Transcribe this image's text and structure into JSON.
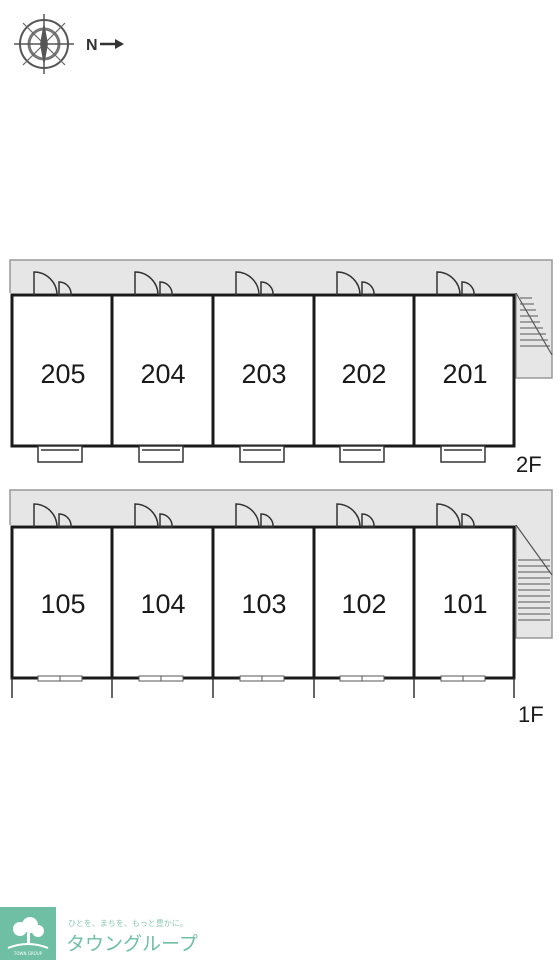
{
  "compass": {
    "north_label": "N"
  },
  "floors": [
    {
      "label": "2F",
      "units": [
        "205",
        "204",
        "203",
        "202",
        "201"
      ]
    },
    {
      "label": "1F",
      "units": [
        "105",
        "104",
        "103",
        "102",
        "101"
      ]
    }
  ],
  "logo": {
    "tagline": "ひとを、まちを、もっと豊かに。",
    "name": "タウングループ",
    "small_text": "TOWN GROUP"
  },
  "colors": {
    "wall": "#1a1a1a",
    "corridor": "#e6e6e6",
    "logo_green": "#6fbfa4"
  }
}
